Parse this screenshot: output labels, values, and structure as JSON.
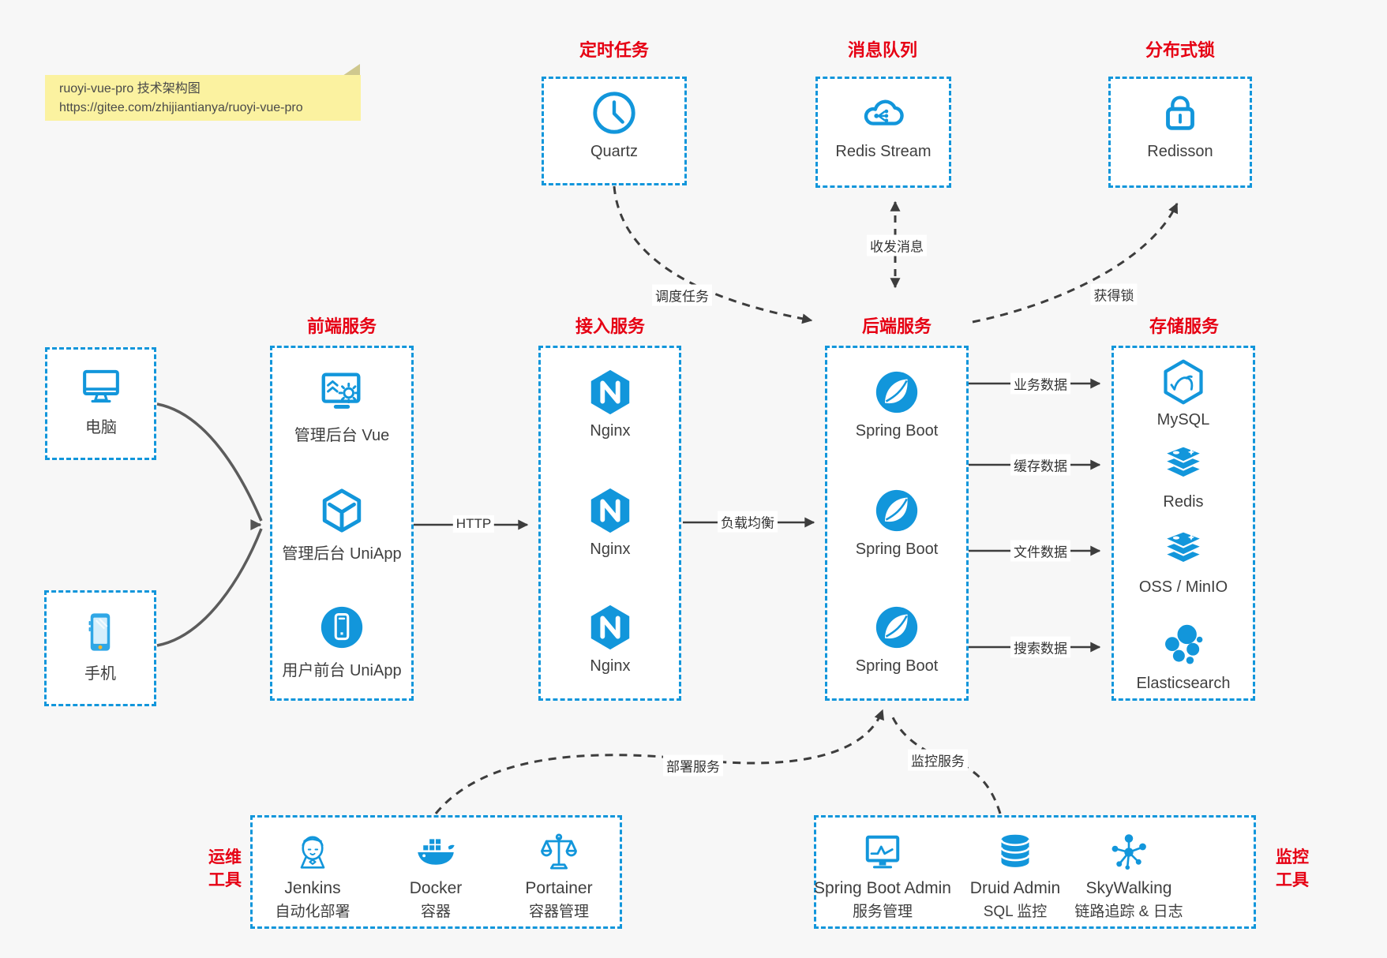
{
  "colors": {
    "accent_blue": "#1296db",
    "title_red": "#e60013",
    "note_yellow": "#fbf2a0",
    "arrow_dark": "#3d3d3d",
    "background": "#f7f7f7"
  },
  "note": {
    "line1": "ruoyi-vue-pro 技术架构图",
    "line2": "https://gitee.com/zhijiantianya/ruoyi-vue-pro"
  },
  "top_services": [
    {
      "title": "定时任务",
      "item": {
        "label": "Quartz",
        "icon": "clock-icon"
      }
    },
    {
      "title": "消息队列",
      "item": {
        "label": "Redis Stream",
        "icon": "cloud-stream-icon"
      }
    },
    {
      "title": "分布式锁",
      "item": {
        "label": "Redisson",
        "icon": "lock-icon"
      }
    }
  ],
  "clients": [
    {
      "label": "电脑",
      "icon": "desktop-icon"
    },
    {
      "label": "手机",
      "icon": "smartphone-icon"
    }
  ],
  "columns": {
    "frontend": {
      "title": "前端服务",
      "items": [
        {
          "label": "管理后台 Vue",
          "icon": "admin-vue-icon"
        },
        {
          "label": "管理后台 UniApp",
          "icon": "uniapp-cube-icon"
        },
        {
          "label": "用户前台 UniApp",
          "icon": "user-app-icon"
        }
      ]
    },
    "gateway": {
      "title": "接入服务",
      "items": [
        {
          "label": "Nginx",
          "icon": "nginx-icon"
        },
        {
          "label": "Nginx",
          "icon": "nginx-icon"
        },
        {
          "label": "Nginx",
          "icon": "nginx-icon"
        }
      ]
    },
    "backend": {
      "title": "后端服务",
      "items": [
        {
          "label": "Spring Boot",
          "icon": "spring-boot-icon"
        },
        {
          "label": "Spring Boot",
          "icon": "spring-boot-icon"
        },
        {
          "label": "Spring Boot",
          "icon": "spring-boot-icon"
        }
      ]
    },
    "storage": {
      "title": "存储服务",
      "items": [
        {
          "label": "MySQL",
          "icon": "mysql-icon"
        },
        {
          "label": "Redis",
          "icon": "redis-stack-icon"
        },
        {
          "label": "OSS / MinIO",
          "icon": "object-storage-icon"
        },
        {
          "label": "Elasticsearch",
          "icon": "elasticsearch-icon"
        }
      ]
    }
  },
  "edges": {
    "http": "HTTP",
    "load_balance": "负载均衡",
    "schedule": "调度任务",
    "messages": "收发消息",
    "acquire_lock": "获得锁",
    "business_data": "业务数据",
    "cache_data": "缓存数据",
    "file_data": "文件数据",
    "search_data": "搜索数据",
    "deploy": "部署服务",
    "monitor": "监控服务"
  },
  "ops_tools": {
    "side_label": [
      "运维",
      "工具"
    ],
    "items": [
      {
        "name": "Jenkins",
        "desc": "自动化部署",
        "icon": "jenkins-icon"
      },
      {
        "name": "Docker",
        "desc": "容器",
        "icon": "docker-icon"
      },
      {
        "name": "Portainer",
        "desc": "容器管理",
        "icon": "portainer-icon"
      }
    ]
  },
  "monitor_tools": {
    "side_label": [
      "监控",
      "工具"
    ],
    "items": [
      {
        "name": "Spring Boot Admin",
        "desc": "服务管理",
        "icon": "monitor-chart-icon"
      },
      {
        "name": "Druid Admin",
        "desc": "SQL 监控",
        "icon": "database-icon"
      },
      {
        "name": "SkyWalking",
        "desc": "链路追踪 & 日志",
        "icon": "topology-icon"
      }
    ]
  }
}
